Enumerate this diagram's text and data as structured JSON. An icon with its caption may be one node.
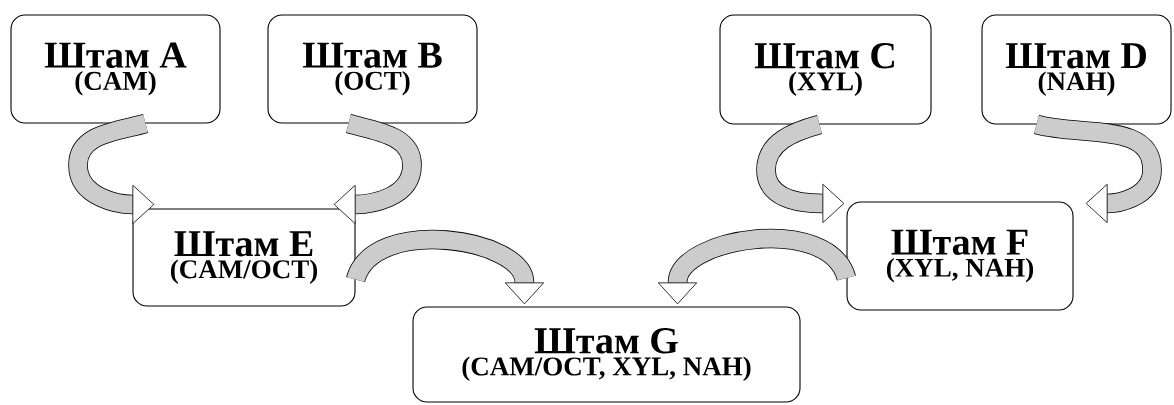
{
  "diagram": {
    "nodes": [
      {
        "text": [
          "Штам A",
          "(CAM)"
        ]
      },
      {
        "text": [
          "Штам B",
          "(OCT)"
        ]
      },
      {
        "text": [
          "Штам C",
          "(XYL)"
        ]
      },
      {
        "text": [
          "Штам D",
          "(NAH)"
        ]
      },
      {
        "text": [
          "Штам E",
          "(CAM/OCT)"
        ]
      },
      {
        "text": [
          "Штам F",
          "(XYL, NAH)"
        ]
      },
      {
        "text": [
          "Штам G",
          "(CAM/OCT, XYL, NAH)"
        ]
      }
    ],
    "edges": [
      {
        "from": 0,
        "to": 4,
        "arrow": "to"
      },
      {
        "from": 1,
        "to": 4,
        "arrow": "to"
      },
      {
        "from": 2,
        "to": 5,
        "arrow": "to"
      },
      {
        "from": 3,
        "to": 5,
        "arrow": "to"
      },
      {
        "from": 4,
        "to": 6,
        "arrow": "to"
      },
      {
        "from": 5,
        "to": 6,
        "arrow": "to"
      }
    ]
  }
}
